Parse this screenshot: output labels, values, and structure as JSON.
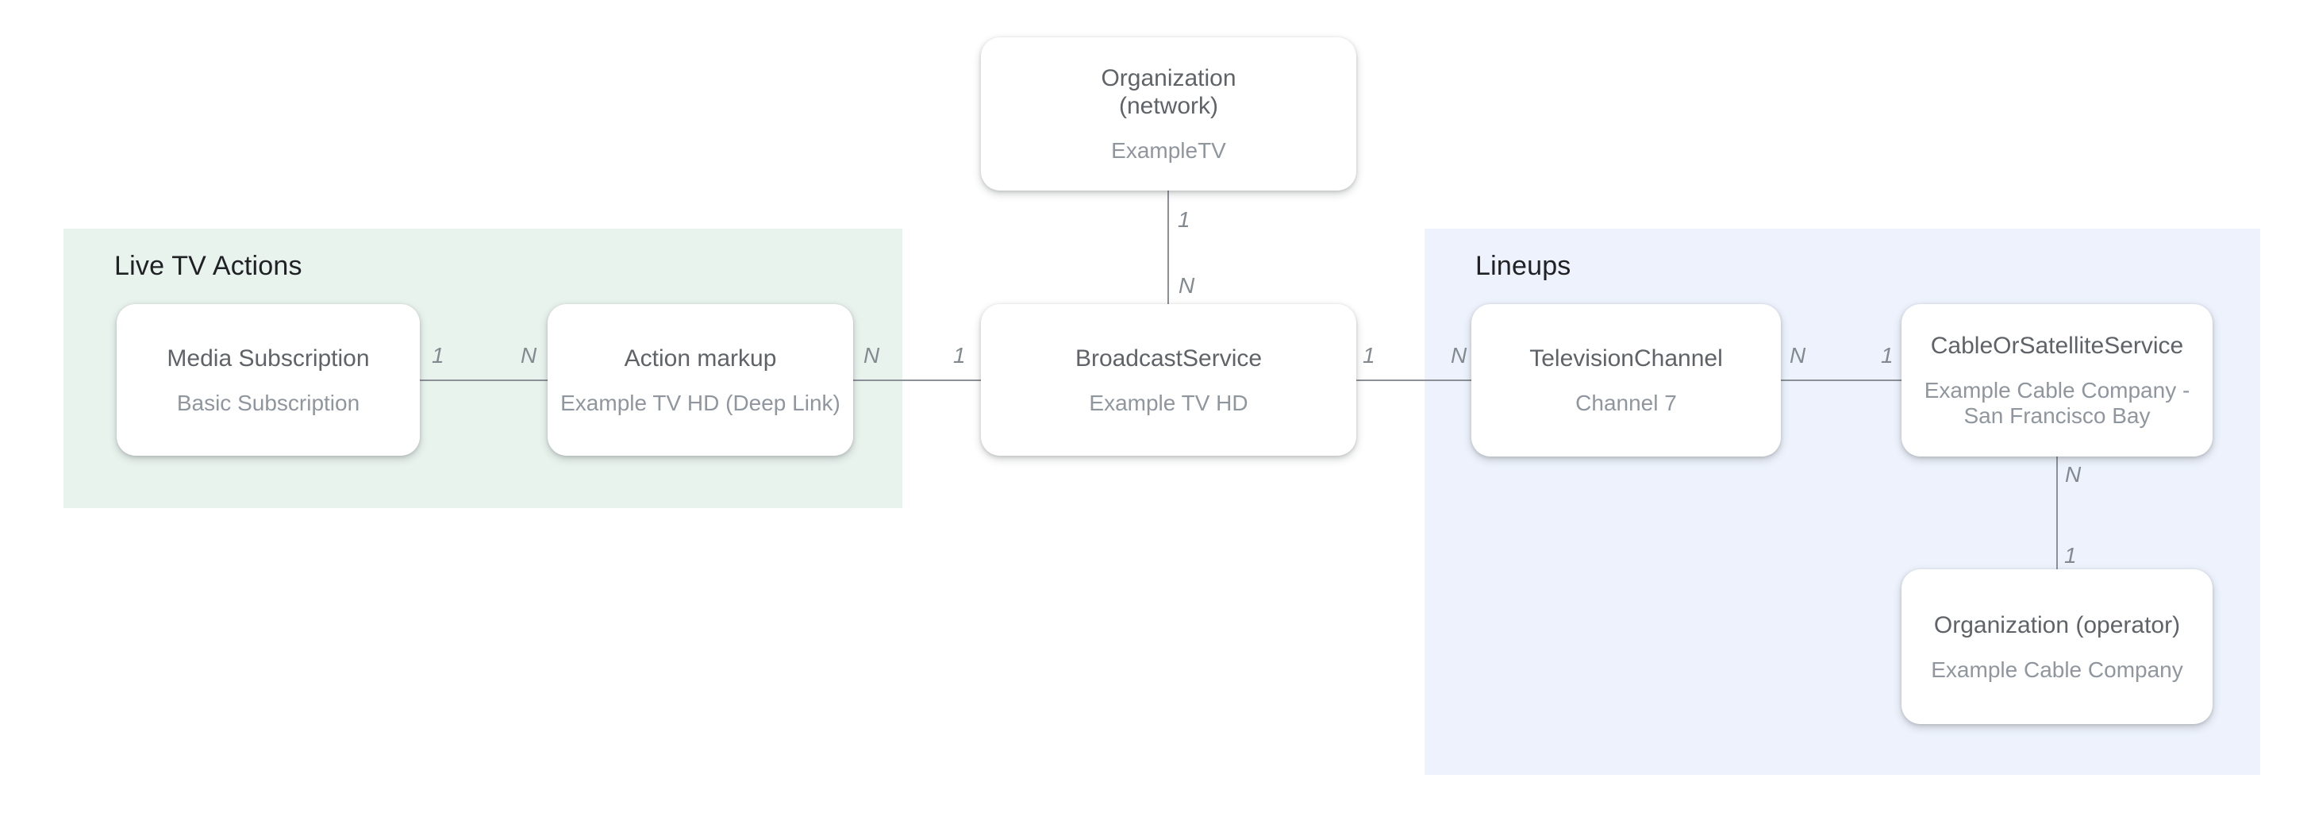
{
  "diagram": {
    "regions": [
      {
        "id": "live-tv-actions",
        "label": "Live TV Actions"
      },
      {
        "id": "lineups",
        "label": "Lineups"
      }
    ],
    "nodes": [
      {
        "id": "organization-network",
        "title": "Organization\n(network)",
        "subtitle": "ExampleTV"
      },
      {
        "id": "media-subscription",
        "title": "Media Subscription",
        "subtitle": "Basic Subscription"
      },
      {
        "id": "action-markup",
        "title": "Action markup",
        "subtitle": "Example TV HD (Deep Link)"
      },
      {
        "id": "broadcast-service",
        "title": "BroadcastService",
        "subtitle": "Example TV HD"
      },
      {
        "id": "television-channel",
        "title": "TelevisionChannel",
        "subtitle": "Channel 7"
      },
      {
        "id": "cable-or-satellite-service",
        "title": "CableOrSatelliteService",
        "subtitle": "Example Cable Company -\nSan Francisco Bay"
      },
      {
        "id": "organization-operator",
        "title": "Organization (operator)",
        "subtitle": "Example Cable Company"
      }
    ],
    "edges": [
      {
        "from": "organization-network",
        "to": "broadcast-service",
        "from_label": "1",
        "to_label": "N"
      },
      {
        "from": "media-subscription",
        "to": "action-markup",
        "from_label": "1",
        "to_label": "N"
      },
      {
        "from": "action-markup",
        "to": "broadcast-service",
        "from_label": "N",
        "to_label": "1"
      },
      {
        "from": "broadcast-service",
        "to": "television-channel",
        "from_label": "1",
        "to_label": "N"
      },
      {
        "from": "television-channel",
        "to": "cable-or-satellite-service",
        "from_label": "N",
        "to_label": "1"
      },
      {
        "from": "cable-or-satellite-service",
        "to": "organization-operator",
        "from_label": "N",
        "to_label": "1"
      }
    ]
  },
  "colors": {
    "region_green": "#e9f3ee",
    "region_blue": "#edf2fc",
    "line": "#8b9197",
    "node_title": "#5f6368",
    "node_subtitle": "#8f969e",
    "section_text": "#202124",
    "cardinality_text": "#82898f",
    "node_bg": "#ffffff",
    "canvas_bg": "#ffffff"
  }
}
